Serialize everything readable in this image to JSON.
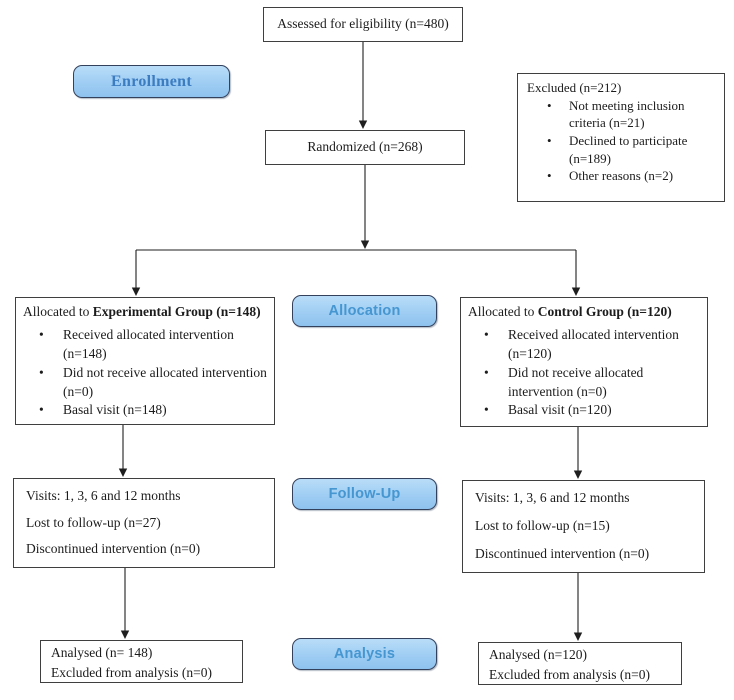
{
  "stage_labels": {
    "enrollment": "Enrollment",
    "allocation": "Allocation",
    "followup": "Follow-Up",
    "analysis": "Analysis"
  },
  "boxes": {
    "assessed": "Assessed for eligibility (n=480)",
    "randomized": "Randomized (n=268)",
    "excluded": {
      "title": "Excluded (n=212)",
      "items": [
        "Not meeting inclusion criteria (n=21)",
        "Declined to participate (n=189)",
        "Other reasons (n=2)"
      ]
    },
    "experimental": {
      "allocation_prefix": "Allocated to ",
      "allocation_bold": "Experimental Group (n=148)",
      "allocation_items": [
        "Received allocated intervention (n=148)",
        "Did not receive allocated intervention (n=0)",
        "Basal visit (n=148)"
      ],
      "followup_lines": [
        "Visits: 1, 3, 6 and 12 months",
        "Lost to follow-up (n=27)",
        "Discontinued intervention (n=0)"
      ],
      "analysis_lines": [
        "Analysed (n= 148)",
        "Excluded from analysis (n=0)"
      ]
    },
    "control": {
      "allocation_prefix": "Allocated to ",
      "allocation_bold": "Control Group (n=120)",
      "allocation_items": [
        "Received allocated intervention (n=120)",
        "Did not receive allocated intervention (n=0)",
        "Basal visit (n=120)"
      ],
      "followup_lines": [
        "Visits: 1, 3, 6 and 12 months",
        "Lost to follow-up (n=15)",
        "Discontinued intervention (n=0)"
      ],
      "analysis_lines": [
        "Analysed (n=120)",
        "Excluded from analysis (n=0)"
      ]
    }
  },
  "colors": {
    "label_fill_top": "#b9ddf8",
    "label_fill_bottom": "#8ec2ee",
    "label_border": "#33415c",
    "enrollment_text": "#3c7cc0",
    "stage_label_text": "#4596d1",
    "box_border": "#3f3f3f",
    "text": "#1c1c1c",
    "arrow": "#1f1f1f"
  }
}
